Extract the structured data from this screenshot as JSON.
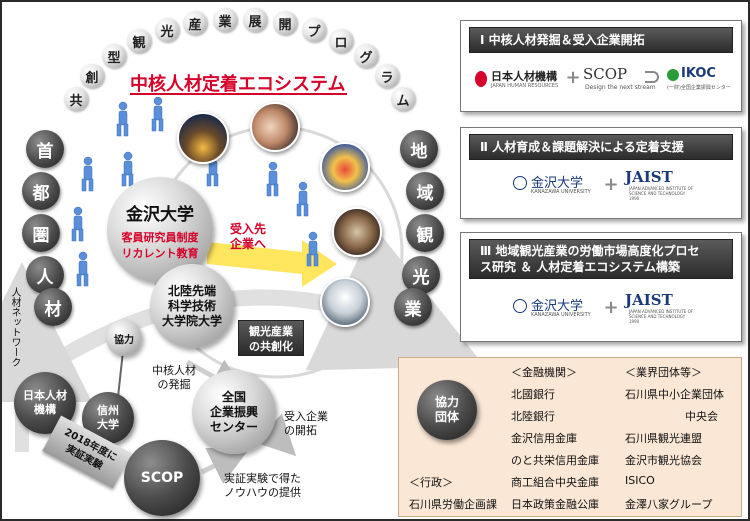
{
  "arc_title": [
    "共",
    "創",
    "型",
    "観",
    "光",
    "産",
    "業",
    "展",
    "開",
    "プ",
    "ロ",
    "グ",
    "ラ",
    "ム"
  ],
  "center_title": "中核人材定着エコシステム",
  "left_ring": [
    "首",
    "都",
    "圏",
    "人",
    "材"
  ],
  "right_ring": [
    "地",
    "域",
    "観",
    "光",
    "業"
  ],
  "left_vertical": "人材ネットワーク",
  "kanazawa": {
    "name": "金沢大学",
    "line1": "客員研究員制度",
    "line2": "リカレント教育"
  },
  "jaist_sphere": {
    "line1": "北陸先端",
    "line2": "科学技術",
    "line3": "大学院大学"
  },
  "accept_label": {
    "line1": "受入先",
    "line2": "企業へ"
  },
  "kyoryoku_small": "協力",
  "kanko_box": {
    "line1": "観光産業",
    "line2": "の共創化"
  },
  "chukaku_label": {
    "line1": "中核人材",
    "line2": "の発掘"
  },
  "nihon_jinzai": {
    "line1": "日本人材",
    "line2": "機構"
  },
  "shinshu": {
    "line1": "信州",
    "line2": "大学"
  },
  "zenkoku": {
    "line1": "全国",
    "line2": "企業振興",
    "line3": "センター"
  },
  "ukeire_label": {
    "line1": "受入企業",
    "line2": "の開拓"
  },
  "scop_sphere": "SCOP",
  "banner": {
    "line1": "2018年度に",
    "line2": "実証実験"
  },
  "knowhow_label": {
    "line1": "実証実験で得た",
    "line2": "ノウハウの提供"
  },
  "panel1": {
    "title": "Ⅰ 中核人材発掘＆受入企業開拓",
    "logo_jhr": "日本人材機構",
    "logo_jhr_sub": "JAPAN HUMAN RESOURCES",
    "logo_scop": "SCOP",
    "logo_scop_sub": "Design the next stream",
    "logo_ikoc": "IKOC",
    "logo_ikoc_sub": "(一財)全国企業振興センター"
  },
  "panel2": {
    "title": "Ⅱ 人材育成＆課題解決による定着支援",
    "logo_kanazawa": "金沢大学",
    "logo_kanazawa_sub": "KANAZAWA UNIVERSITY",
    "logo_jaist": "JAIST",
    "logo_jaist_sub1": "JAPAN ADVANCED INSTITUTE OF",
    "logo_jaist_sub2": "SCIENCE AND TECHNOLOGY",
    "logo_jaist_year": "1990"
  },
  "panel3": {
    "title_line1": "Ⅲ 地域観光産業の労働市場高度化プロセ",
    "title_line2": "ス研究 ＆ 人材定着エコシステム構築",
    "logo_kanazawa": "金沢大学",
    "logo_kanazawa_sub": "KANAZAWA UNIVERSITY",
    "logo_jaist": "JAIST",
    "logo_jaist_sub1": "JAPAN ADVANCED INSTITUTE OF",
    "logo_jaist_sub2": "SCIENCE AND TECHNOLOGY",
    "logo_jaist_year": "1990"
  },
  "coop": {
    "badge_line1": "協力",
    "badge_line2": "団体",
    "finance_header": "＜金融機関＞",
    "industry_header": "＜業界団体等＞",
    "gov_header": "＜行政＞",
    "finance": [
      "北國銀行",
      "北陸銀行",
      "金沢信用金庫",
      "のと共栄信用金庫",
      "商工組合中央金庫",
      "日本政策金融公庫"
    ],
    "industry": [
      "石川県中小企業団体",
      "中央会",
      "石川県観光連盟",
      "金沢市観光協会",
      "ISICO",
      "金澤八家グループ"
    ],
    "gov": "石川県労働企画課"
  }
}
